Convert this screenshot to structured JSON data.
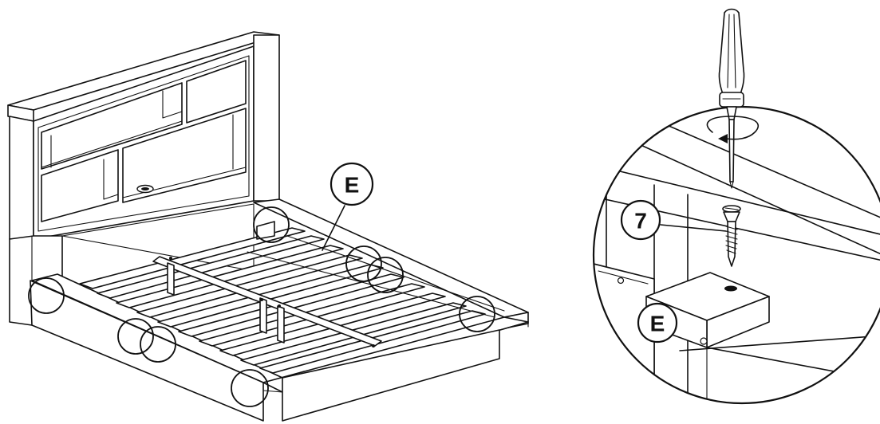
{
  "callouts": {
    "part_e_main": "E",
    "screw_number": "7",
    "part_e_detail": "E"
  }
}
